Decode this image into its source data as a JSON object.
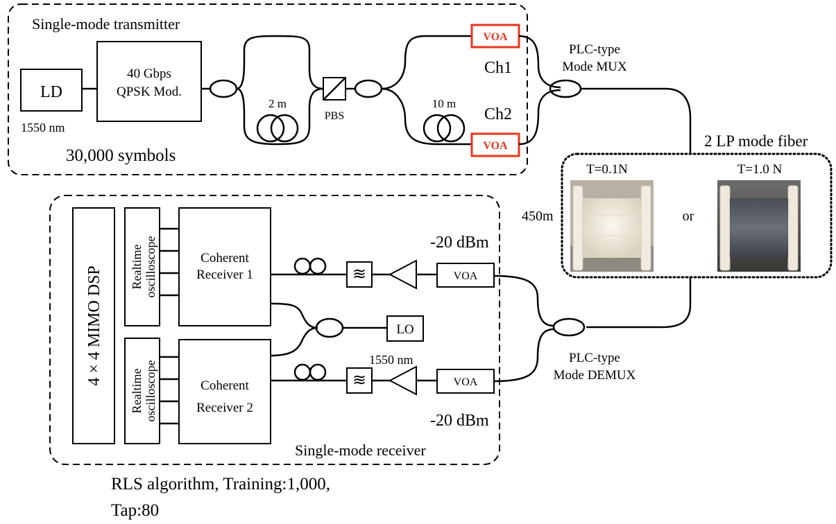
{
  "transmitter": {
    "title": "Single-mode transmitter",
    "ld": "LD",
    "ld_wavelength": "1550 nm",
    "mod_line1": "40 Gbps",
    "mod_line2": "QPSK Mod.",
    "symbols": "30,000 symbols",
    "delay_short": "2 m",
    "pbs": "PBS",
    "delay_long": "10 m",
    "voa_top": "VOA",
    "voa_bottom": "VOA",
    "ch1": "Ch1",
    "ch2": "Ch2"
  },
  "mux": {
    "line1": "PLC-type",
    "line2": "Mode MUX"
  },
  "fiber": {
    "title": "2 LP mode fiber",
    "length": "450m",
    "spool1_label": "T=0.1N",
    "spool2_label": "T=1.0 N",
    "or": "or"
  },
  "demux": {
    "line1": "PLC-type",
    "line2": "Mode DEMUX"
  },
  "receiver": {
    "title": "Single-mode receiver",
    "dsp": "4 × 4 MIMO DSP",
    "scope1_line1": "Realtime",
    "scope1_line2": "oscilloscope",
    "scope2_line1": "Realtime",
    "scope2_line2": "oscilloscope",
    "rx1_line1": "Coherent",
    "rx1_line2": "Receiver 1",
    "rx2_line1": "Coherent",
    "rx2_line2": "Receiver 2",
    "lo": "LO",
    "lo_wavelength": "1550 nm",
    "voa_top": "VOA",
    "voa_bottom": "VOA",
    "power_top": "-20 dBm",
    "power_bottom": "-20 dBm"
  },
  "footer": {
    "line1": "RLS algorithm, Training:1,000,",
    "line2": "Tap:80"
  },
  "colors": {
    "highlight": "#e8351c",
    "line": "#000000"
  }
}
